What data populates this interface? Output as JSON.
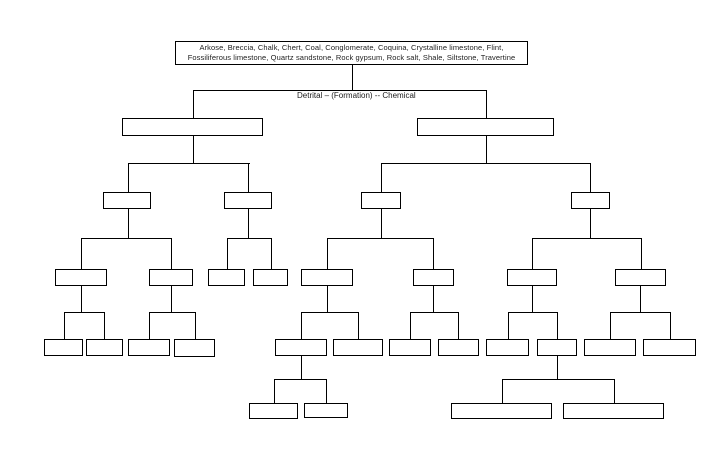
{
  "page": {
    "background_color": "#ffffff",
    "line_color": "#000000",
    "text_color": "#1d1d1d"
  },
  "header_box": {
    "line1": "Arkose, Breccia, Chalk, Chert, Coal, Conglomerate, Coquina, Crystalline limestone, Flint,",
    "line2": "Fossiliferous limestone, Quartz sandstone, Rock gypsum, Rock salt, Shale, Siltstone, Travertine",
    "rock_names": [
      "Arkose",
      "Breccia",
      "Chalk",
      "Chert",
      "Coal",
      "Conglomerate",
      "Coquina",
      "Crystalline limestone",
      "Flint",
      "Fossiliferous limestone",
      "Quartz sandstone",
      "Rock gypsum",
      "Rock salt",
      "Shale",
      "Siltstone",
      "Travertine"
    ]
  },
  "branch_label": "Detrital – (Formation) -- Chemical",
  "tree": {
    "description": "Blank classification flowchart: all nodes below the rock-name list are empty fill-in boxes",
    "empty_box_counts_by_level": [
      2,
      4,
      8,
      12,
      4
    ],
    "total_empty_boxes": 30
  }
}
